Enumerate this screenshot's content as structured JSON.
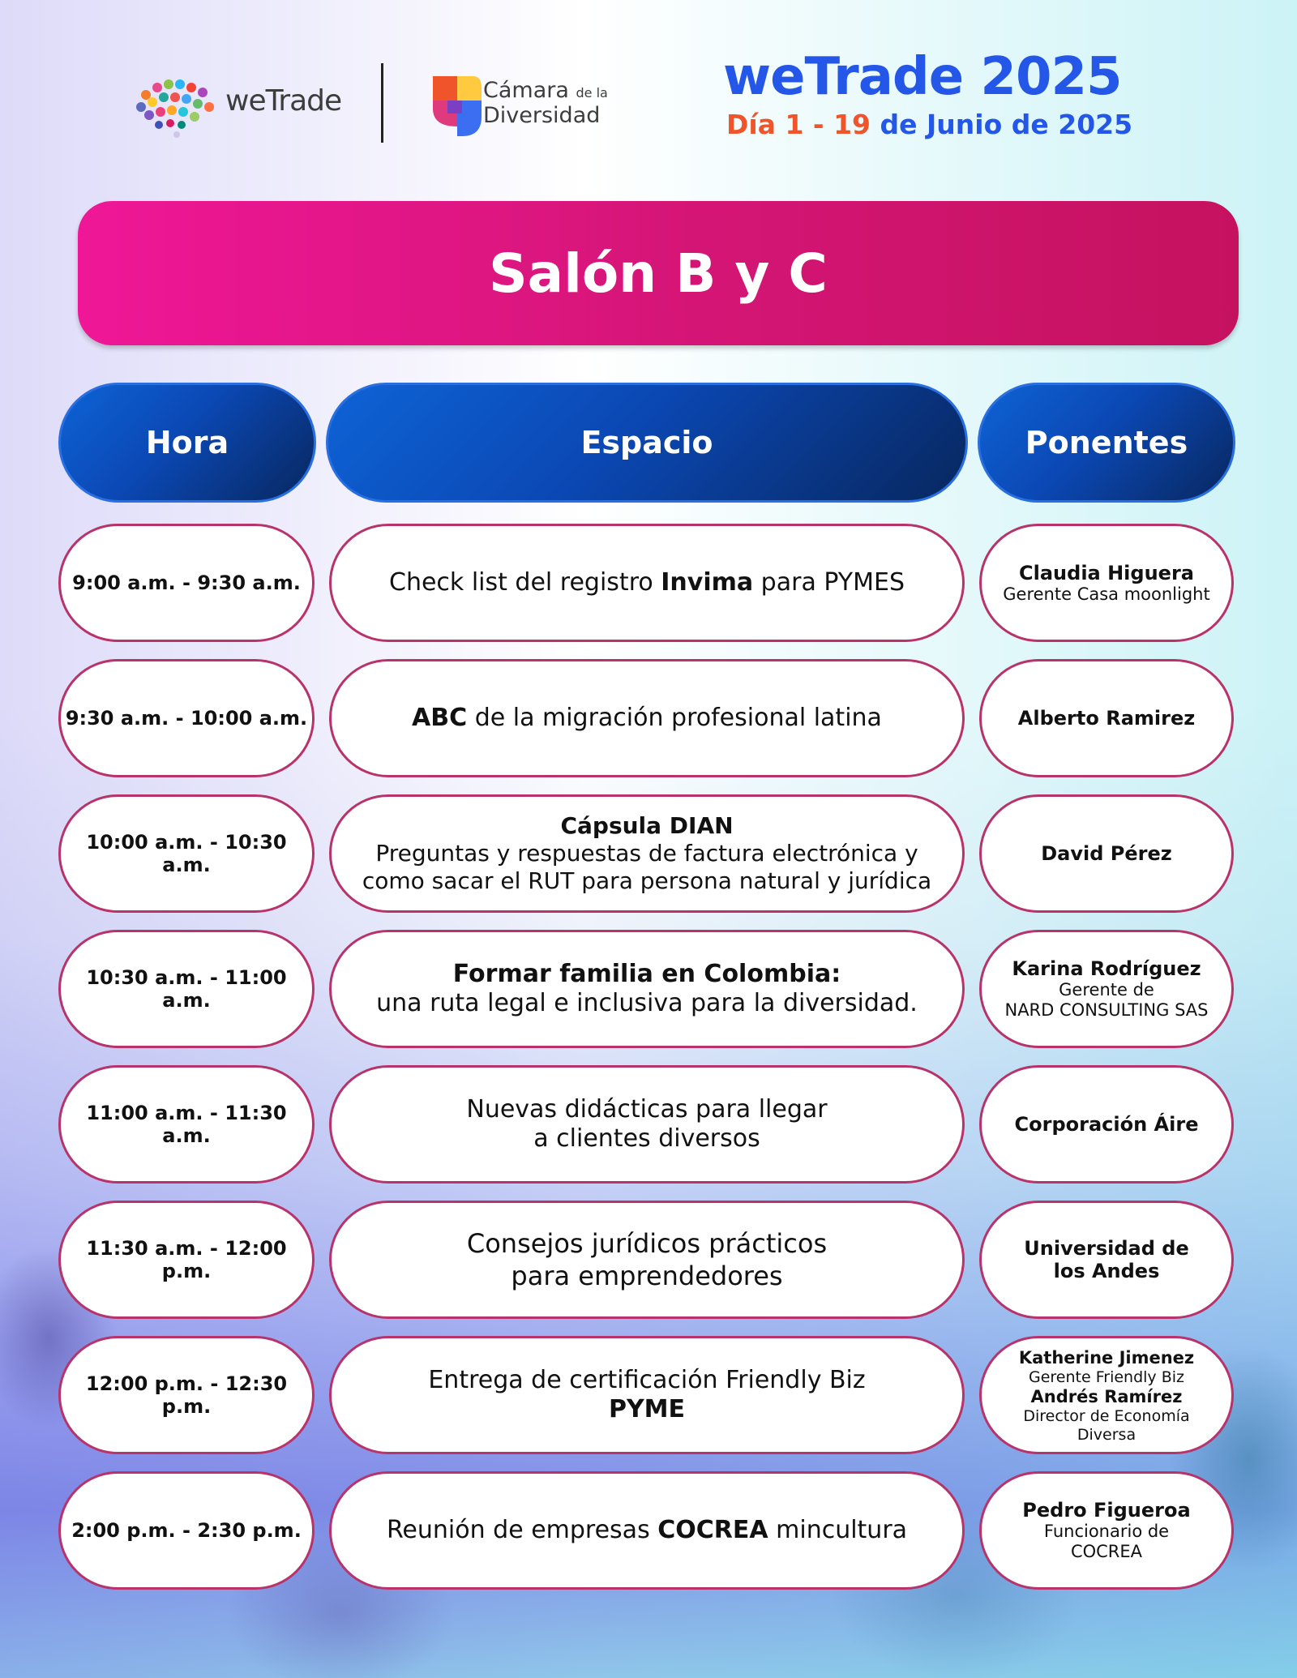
{
  "header": {
    "wetrade_logo_text": "weTrade",
    "camara_logo_line1": "Cámara",
    "camara_logo_small": "de la",
    "camara_logo_line2": "Diversidad",
    "event_title": "weTrade 2025",
    "date_prefix": "Día 1 - 19",
    "date_suffix": "de Junio de 2025"
  },
  "banner": {
    "title": "Salón B y C"
  },
  "columns": {
    "hora": "Hora",
    "espacio": "Espacio",
    "ponentes": "Ponentes"
  },
  "schedule": [
    {
      "hora": "9:00 a.m. - 9:30 a.m.",
      "espacio": {
        "pre": "Check list del registro ",
        "bold": "Invima",
        "post": " para PYMES"
      },
      "ponentes": {
        "name": "Claudia Higuera",
        "role": "Gerente Casa moonlight"
      }
    },
    {
      "hora": "9:30 a.m. - 10:00 a.m.",
      "espacio": {
        "bold": "ABC",
        "post": " de la migración profesional latina"
      },
      "ponentes": {
        "name": "Alberto Ramirez"
      }
    },
    {
      "hora": "10:00 a.m. - 10:30 a.m.",
      "espacio": {
        "title": "Cápsula DIAN",
        "line1": "Preguntas y respuestas de factura electrónica y",
        "line2": "como sacar el RUT para persona natural y jurídica"
      },
      "ponentes": {
        "name": "David Pérez"
      }
    },
    {
      "hora": "10:30 a.m. - 11:00 a.m.",
      "espacio": {
        "title": "Formar familia en Colombia:",
        "line1": "una ruta legal e inclusiva para la diversidad."
      },
      "ponentes": {
        "name": "Karina Rodríguez",
        "role_line1": "Gerente de",
        "role_line2": "NARD CONSULTING SAS"
      }
    },
    {
      "hora": "11:00 a.m. - 11:30 a.m.",
      "espacio": {
        "line1": "Nuevas didácticas para llegar",
        "line2": "a clientes diversos"
      },
      "ponentes": {
        "name": "Corporación Áire"
      }
    },
    {
      "hora": "11:30 a.m. - 12:00 p.m.",
      "espacio": {
        "line1": "Consejos jurídicos prácticos",
        "line2": "para emprendedores"
      },
      "ponentes": {
        "line1": "Universidad de",
        "line2": "los Andes"
      }
    },
    {
      "hora": "12:00 p.m. - 12:30 p.m.",
      "espacio": {
        "line1": "Entrega de certificación Friendly Biz",
        "bold": "PYME"
      },
      "ponentes": {
        "name1": "Katherine Jimenez",
        "role1": "Gerente Friendly Biz",
        "name2": "Andrés Ramírez",
        "role2_line1": "Director de Economía",
        "role2_line2": "Diversa"
      }
    },
    {
      "hora": "2:00 p.m. - 2:30 p.m.",
      "espacio": {
        "pre": "Reunión de empresas ",
        "bold": "COCREA",
        "post": " mincultura"
      },
      "ponentes": {
        "name": "Pedro Figueroa",
        "role_line1": "Funcionario de",
        "role_line2": "COCREA"
      }
    }
  ],
  "colors": {
    "title_blue": "#2456e8",
    "date_orange": "#f0542b",
    "banner_pink": "#ef1797",
    "header_blue": "#0b48b4",
    "cell_border": "#b8336a"
  }
}
